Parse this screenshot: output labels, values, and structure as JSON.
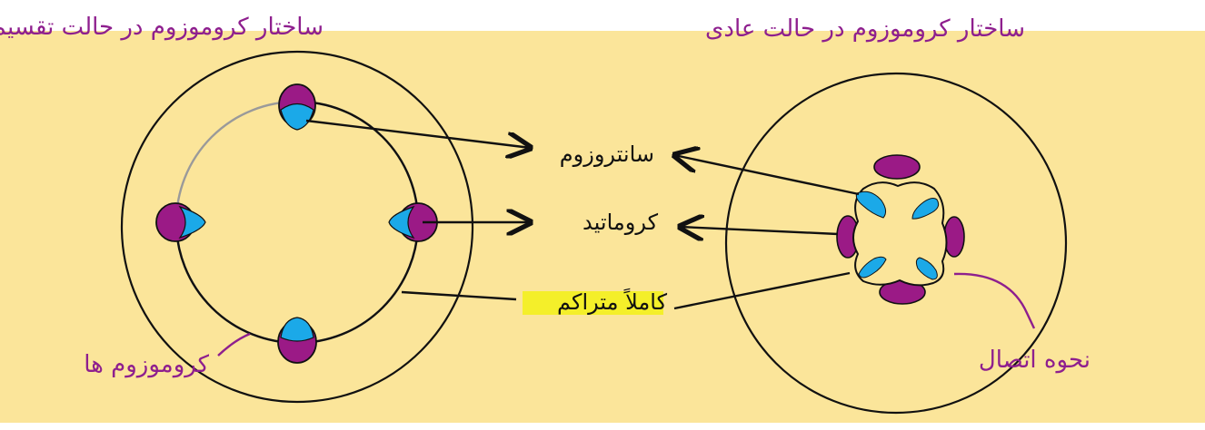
{
  "labels": {
    "left_title": "ساختار کروموزوم در حالت تقسیم",
    "right_title": "ساختار کروموزوم در حالت عادی",
    "center_top": "سانتروزوم",
    "center_mid": "کروماتید",
    "center_bottom": "کاملاً متراکم",
    "left_note": "کروموزوم ها",
    "right_note": "نحوه اتصال"
  },
  "colors": {
    "background": "#fbe59a",
    "stroke": "#111111",
    "magenta": "#9b1a86",
    "cyan": "#1ba9e8",
    "ink_purple": "#8e1f8e",
    "highlight": "#f4ef2a",
    "grey_ring": "#9a9a9a"
  }
}
